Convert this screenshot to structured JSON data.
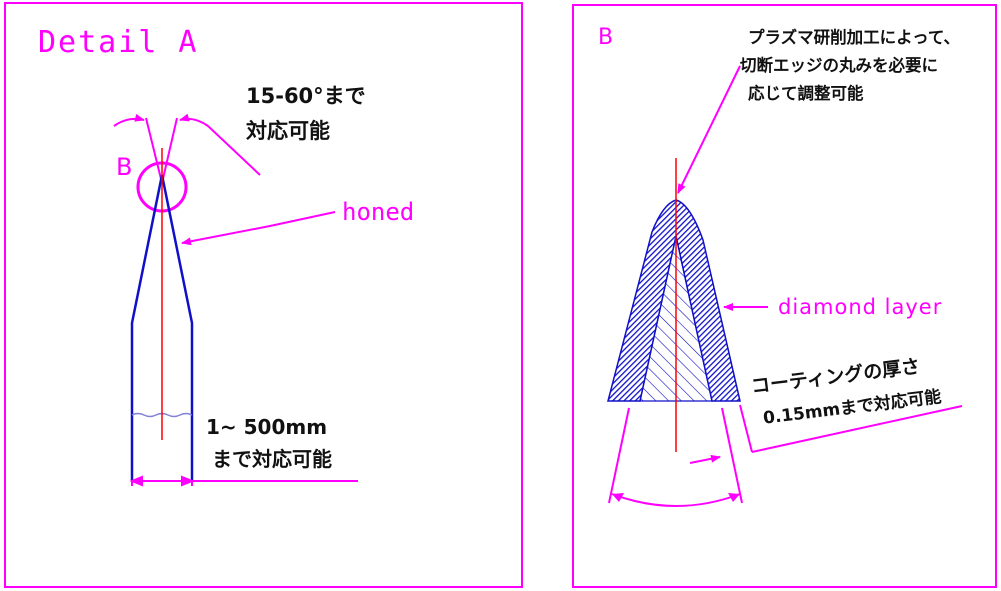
{
  "left_panel": {
    "title": "Detail A",
    "circle_label": "B",
    "angle_note_line1": "15-60°まで",
    "angle_note_line2": "対応可能",
    "honed_label": "honed",
    "length_note_line1": "1~ 500mm",
    "length_note_line2": "まで対応可能"
  },
  "right_panel": {
    "title": "B",
    "plasma_note_line1": "プラズマ研削加工によって、",
    "plasma_note_line2": "切断エッジの丸みを必要に",
    "plasma_note_line3": "応じて調整可能",
    "diamond_label": "diamond layer",
    "coating_note_line1": "コーティングの厚さ",
    "coating_note_line2": "0.15mmまで対応可能"
  },
  "colors": {
    "frame": "#ff00ff",
    "tool": "#1010c8",
    "centerline": "#ff0000",
    "dimension": "#ff00ff",
    "note_text": "#111111"
  }
}
